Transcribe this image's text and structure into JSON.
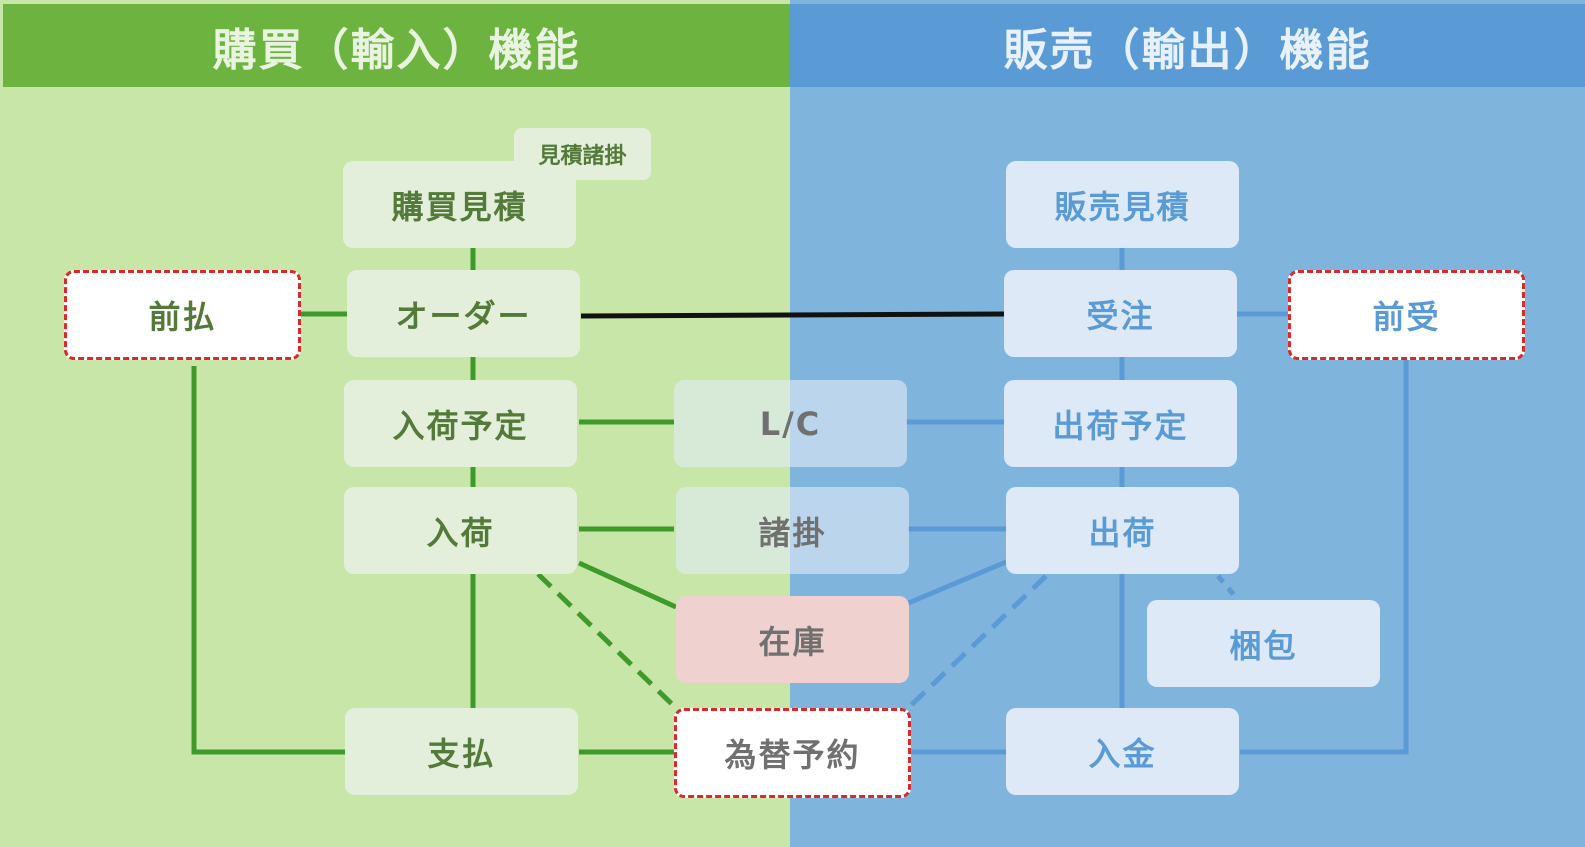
{
  "headers": {
    "left": "購買（輸入）機能",
    "right": "販売（輸出）機能"
  },
  "nodes": {
    "purchase_quote_tag": "見積諸掛",
    "purchase_quote": "購買見積",
    "order": "オーダー",
    "prepay": "前払",
    "arrival_plan": "入荷予定",
    "arrival": "入荷",
    "payment": "支払",
    "lc": "L/C",
    "charges": "諸掛",
    "stock": "在庫",
    "fx_booking": "為替予約",
    "sales_quote": "販売見積",
    "sales_order": "受注",
    "advance_received": "前受",
    "shipment_plan": "出荷予定",
    "shipment": "出荷",
    "packing": "梱包",
    "receipt": "入金"
  },
  "colors": {
    "purchase_bg": "#c8e6a8",
    "purchase_header": "#6db33f",
    "sales_bg": "#7fb4dd",
    "sales_header": "#5b9bd5",
    "purchase_line": "#3e9a2a",
    "sales_line": "#5b9bd5",
    "highlight_border": "#d92a2a",
    "stock_fill": "#efd2d0"
  }
}
